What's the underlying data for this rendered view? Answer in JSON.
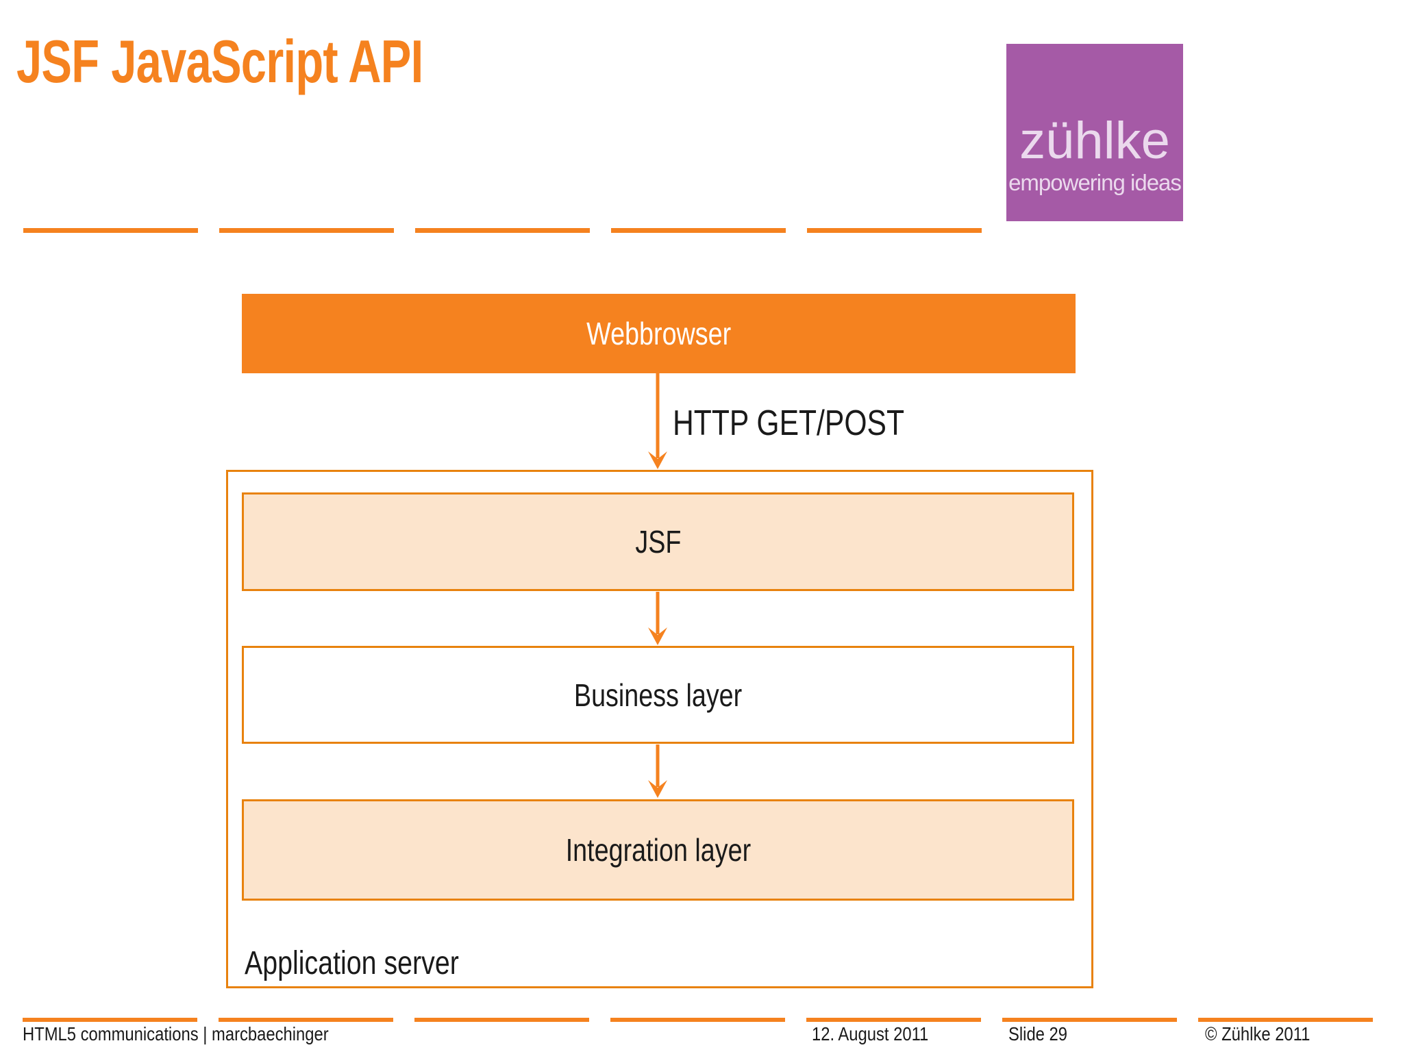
{
  "slide": {
    "title": "JSF JavaScript API"
  },
  "logo": {
    "wordmark": "zühlke",
    "tagline": "empowering ideas"
  },
  "diagram": {
    "webbrowser": {
      "label": "Webbrowser",
      "fill": "orange"
    },
    "http_label": "HTTP GET/POST",
    "application_server": {
      "label": "Application server"
    },
    "layers": [
      {
        "id": "jsf",
        "label": "JSF",
        "fill": "peach"
      },
      {
        "id": "business",
        "label": "Business layer",
        "fill": "white"
      },
      {
        "id": "integration",
        "label": "Integration layer",
        "fill": "peach"
      }
    ],
    "edges": [
      {
        "from": "webbrowser",
        "to": "application-server",
        "label": "HTTP GET/POST"
      },
      {
        "from": "jsf",
        "to": "business",
        "label": ""
      },
      {
        "from": "business",
        "to": "integration",
        "label": ""
      }
    ]
  },
  "footer": {
    "left": "HTML5 communications | marcbaechinger",
    "date": "12. August 2011",
    "slide_number": "Slide 29",
    "copyright": "© Zühlke 2011"
  },
  "colors": {
    "brand_orange": "#F5821F",
    "border_orange": "#E8820E",
    "peach_fill": "#FCE4CC",
    "logo_purple": "#A55AA6",
    "logo_text": "#EBD9ED",
    "text_black": "#1A1A1A",
    "webbrowser_text": "#FFFFFF"
  }
}
